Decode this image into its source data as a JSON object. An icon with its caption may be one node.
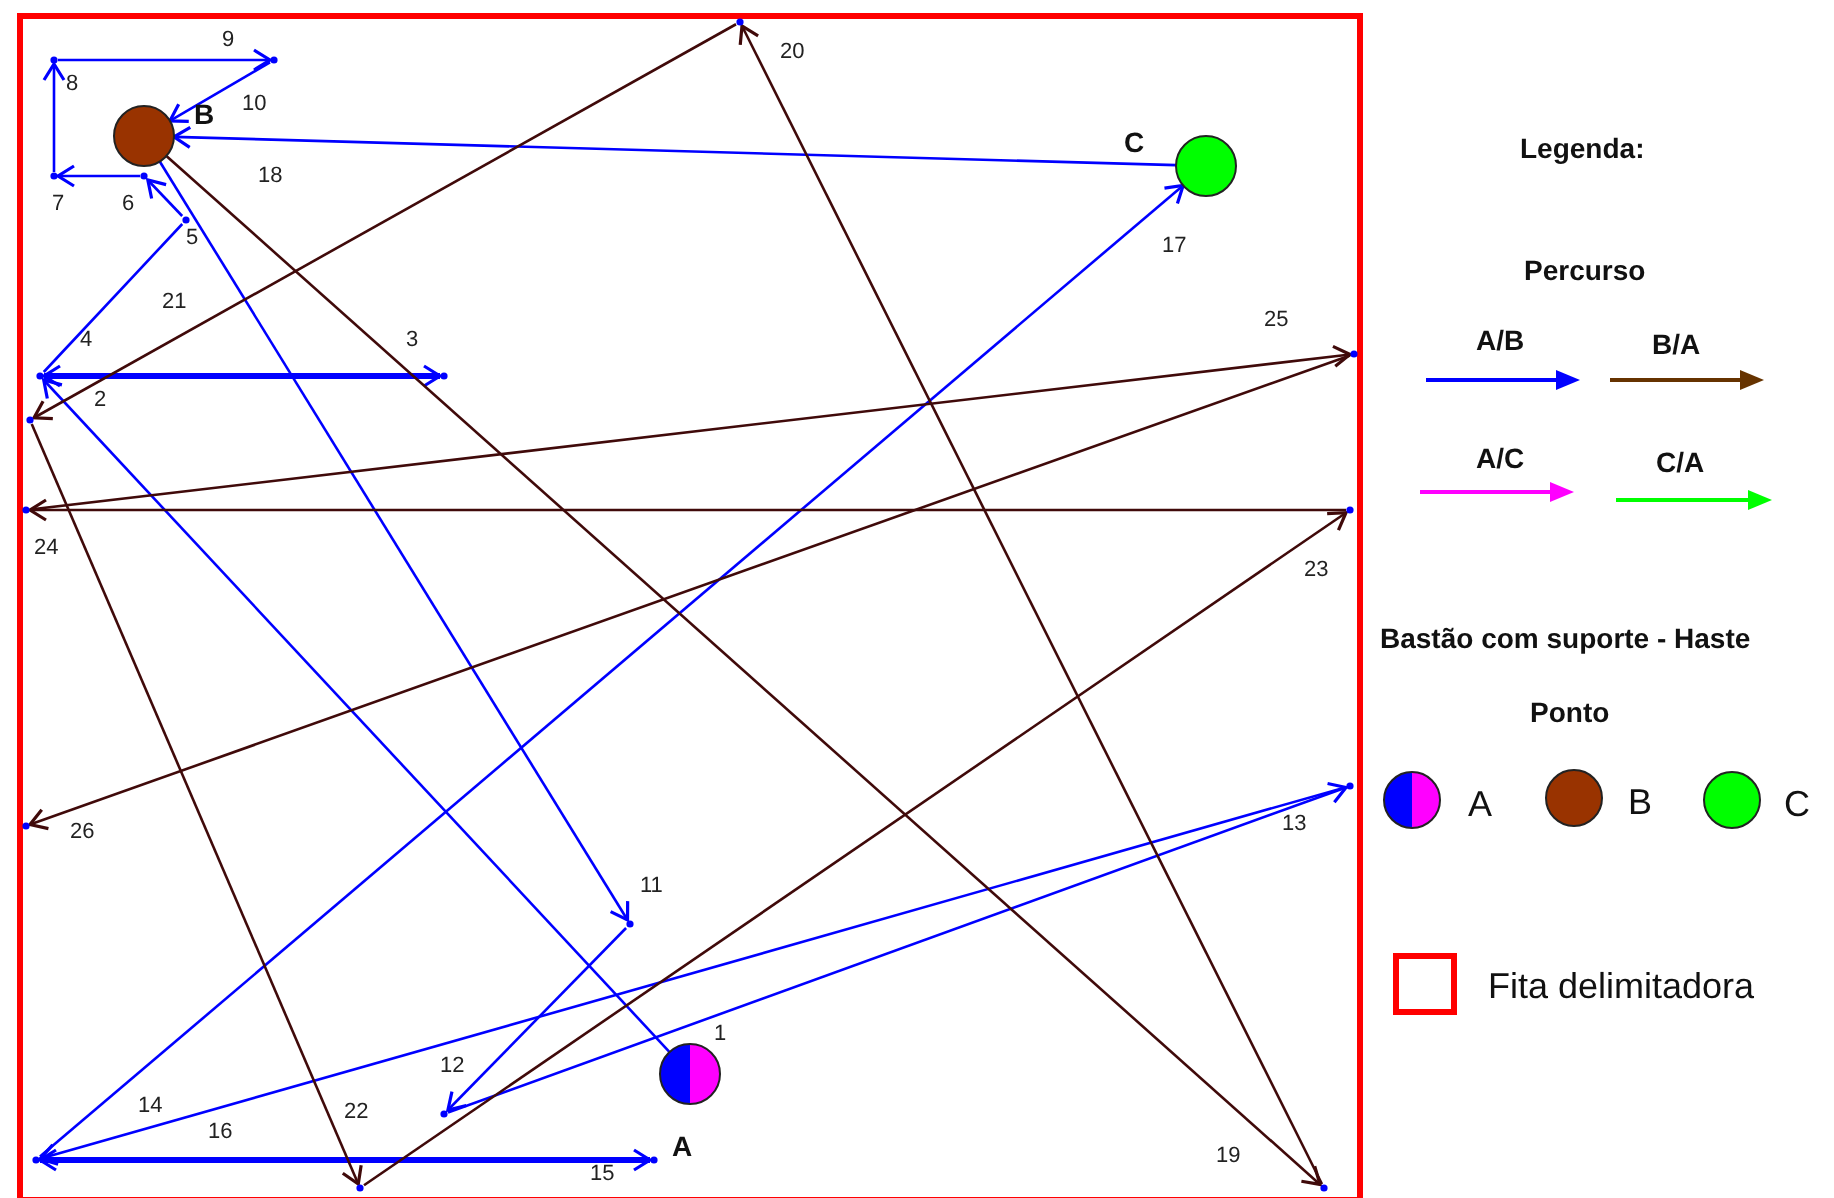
{
  "diagram": {
    "nodes": [
      {
        "text": [],
        "shape": "circle",
        "beside": [
          "1",
          "A"
        ]
      },
      {
        "text": [],
        "shape": "circle",
        "beside": [
          "B"
        ]
      },
      {
        "text": [],
        "shape": "circle",
        "beside": [
          "C",
          "17"
        ]
      },
      {
        "text": [],
        "shape": "point",
        "beside": [
          "4",
          "2"
        ]
      },
      {
        "text": [],
        "shape": "point",
        "beside": [
          "3"
        ]
      },
      {
        "text": [],
        "shape": "point",
        "beside": [
          "5"
        ]
      },
      {
        "text": [],
        "shape": "point",
        "beside": [
          "6"
        ]
      },
      {
        "text": [],
        "shape": "point",
        "beside": [
          "7"
        ]
      },
      {
        "text": [],
        "shape": "point",
        "beside": [
          "8"
        ]
      },
      {
        "text": [],
        "shape": "point",
        "beside": [
          "9"
        ]
      },
      {
        "text": [],
        "shape": "point",
        "beside": [
          "11"
        ]
      },
      {
        "text": [],
        "shape": "point",
        "beside": [
          "12"
        ]
      },
      {
        "text": [],
        "shape": "point",
        "beside": [
          "13"
        ]
      },
      {
        "text": [],
        "shape": "point"
      },
      {
        "text": [],
        "shape": "point",
        "beside": [
          "15"
        ]
      },
      {
        "text": [],
        "shape": "point",
        "beside": [
          "19"
        ]
      },
      {
        "text": [],
        "shape": "point",
        "beside": [
          "20"
        ]
      },
      {
        "text": [],
        "shape": "point"
      },
      {
        "text": [],
        "shape": "point",
        "beside": [
          "22"
        ]
      },
      {
        "text": [],
        "shape": "point",
        "beside": [
          "23"
        ]
      },
      {
        "text": [],
        "shape": "point",
        "beside": [
          "24"
        ]
      },
      {
        "text": [],
        "shape": "point",
        "beside": [
          "25"
        ]
      },
      {
        "text": [],
        "shape": "point",
        "beside": [
          "26"
        ]
      }
    ],
    "edges": [
      {
        "from": 0,
        "to": 3,
        "arrow": "to"
      },
      {
        "from": 3,
        "to": 4,
        "arrow": "both",
        "style": "thick"
      },
      {
        "from": 3,
        "to": 5,
        "arrow": "none"
      },
      {
        "from": 5,
        "to": 6,
        "arrow": "to"
      },
      {
        "from": 6,
        "to": 7,
        "arrow": "to"
      },
      {
        "from": 7,
        "to": 8,
        "arrow": "to"
      },
      {
        "from": 8,
        "to": 9,
        "arrow": "to"
      },
      {
        "from": 9,
        "to": 1,
        "arrow": "to",
        "label": "10"
      },
      {
        "from": 1,
        "to": 10,
        "arrow": "to"
      },
      {
        "from": 10,
        "to": 11,
        "arrow": "to"
      },
      {
        "from": 11,
        "to": 12,
        "arrow": "to"
      },
      {
        "from": 12,
        "to": 13,
        "arrow": "to",
        "label": "14"
      },
      {
        "from": 13,
        "to": 14,
        "arrow": "both",
        "style": "thick",
        "label": "16"
      },
      {
        "from": 13,
        "to": 2,
        "arrow": "to"
      },
      {
        "from": 2,
        "to": 1,
        "arrow": "to",
        "label": "18"
      },
      {
        "from": 1,
        "to": 15,
        "arrow": "to",
        "color": "#400a0a"
      },
      {
        "from": 15,
        "to": 16,
        "arrow": "to",
        "color": "#400a0a"
      },
      {
        "from": 16,
        "to": 17,
        "arrow": "to",
        "color": "#400a0a",
        "label": "21"
      },
      {
        "from": 17,
        "to": 18,
        "arrow": "to",
        "color": "#400a0a"
      },
      {
        "from": 18,
        "to": 19,
        "arrow": "to",
        "color": "#400a0a"
      },
      {
        "from": 19,
        "to": 20,
        "arrow": "to",
        "color": "#400a0a"
      },
      {
        "from": 20,
        "to": 21,
        "arrow": "to",
        "color": "#400a0a"
      },
      {
        "from": 21,
        "to": 22,
        "arrow": "to",
        "color": "#400a0a"
      }
    ],
    "labels": [
      "Legenda:",
      "Percurso",
      "Bastão com suporte - Haste",
      "Ponto"
    ],
    "legend": [
      {
        "text": "A/B",
        "color": "#0000ff"
      },
      {
        "text": "B/A",
        "color": "#663300"
      },
      {
        "text": "A/C",
        "color": "#ff00ff"
      },
      {
        "text": "C/A",
        "color": "#00ff00"
      },
      {
        "text": "A"
      },
      {
        "text": "B",
        "color": "#993300"
      },
      {
        "text": "C",
        "color": "#00ff00"
      },
      {
        "text": "Fita delimitadora"
      }
    ]
  }
}
